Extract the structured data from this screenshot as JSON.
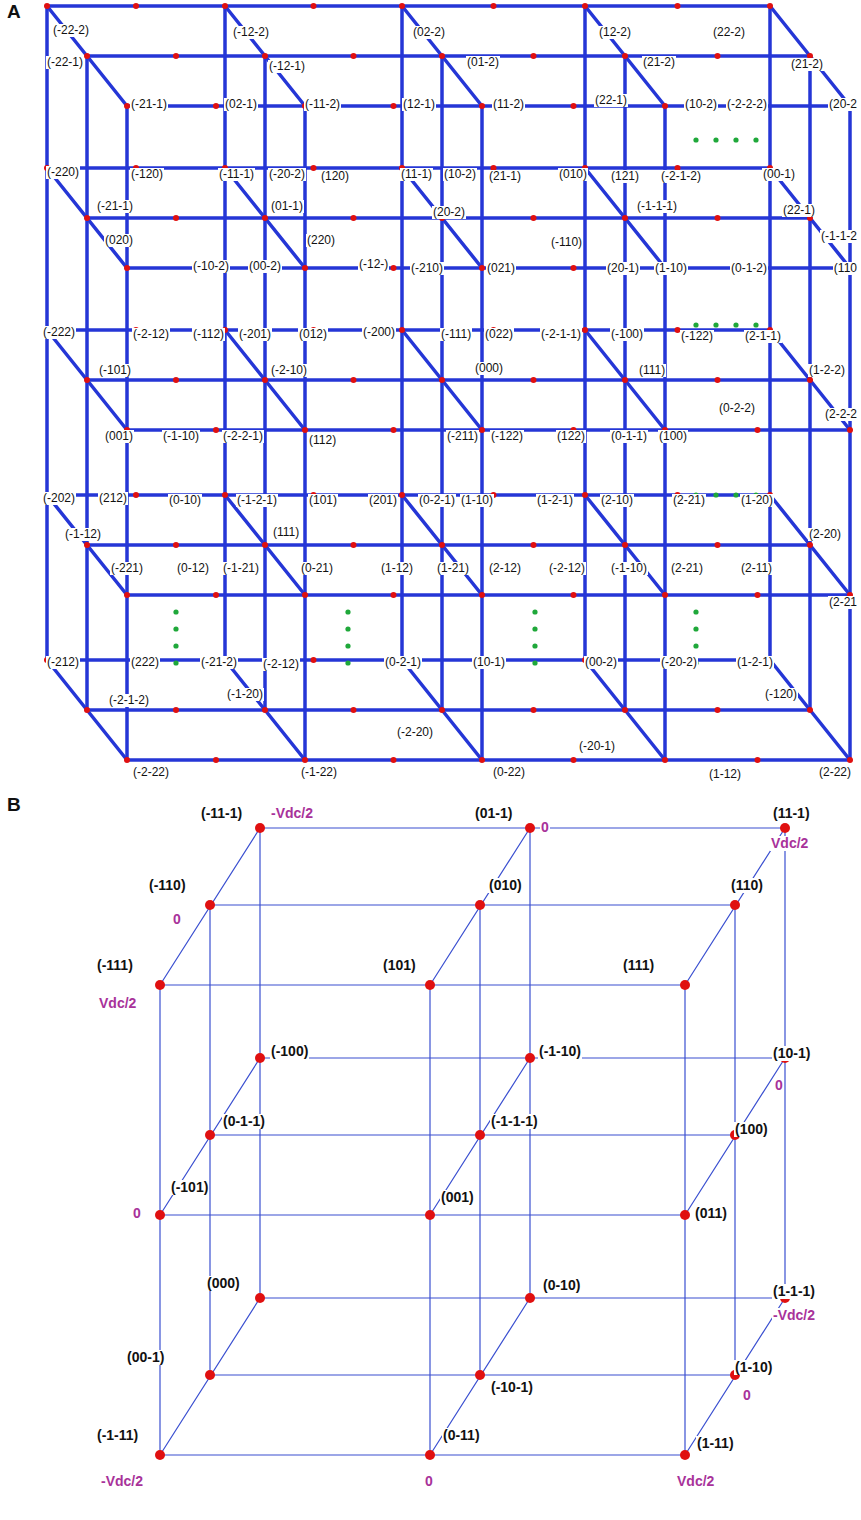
{
  "diagram": {
    "labels": [
      "A",
      "(-22-2)",
      "(-12-2)",
      "(02-2)",
      "(12-2)",
      "(22-2)",
      "(-22-1)",
      "(-12-1)",
      "(01-2)",
      "(21-2)",
      "(21-2)",
      "(-21-1)",
      "(02-1)",
      "(-11-2)",
      "(12-1)",
      "(11-2)",
      "(22-1)",
      "(10-2)",
      "(-2-2-2)",
      "(20-2",
      "(-220)",
      "(-120)",
      "(-11-1)",
      "(-20-2)",
      "(120)",
      "(11-1)",
      "(10-2)",
      "(21-1)",
      "(010)",
      "(121)",
      "(-2-1-2)",
      "(00-1)",
      "(-21-1)",
      "(01-1)",
      "(20-2)",
      "(-1-1-1)",
      "(22-1)",
      "(020)",
      "(220)",
      "(-110)",
      "(-1-1-2",
      "(-10-2)",
      "(00-2)",
      "(-12-)",
      "(-210)",
      "(021)",
      "(20-1)",
      "(1-10)",
      "(0-1-2)",
      "(110",
      "(-222)",
      "(-2-12)",
      "(-112)",
      "(-201)",
      "(012)",
      "(-200)",
      "(-111)",
      "(022)",
      "(-2-1-1)",
      "(-100)",
      "(-122)",
      "(2-1-1)",
      "(-101)",
      "(-2-10)",
      "(000)",
      "(111)",
      "(1-2-2)",
      "(0-2-2)",
      "(2-2-2",
      "(001)",
      "(-1-10)",
      "(-2-2-1)",
      "(112)",
      "(-211)",
      "(-122)",
      "(122)",
      "(0-1-1)",
      "(100)",
      "(-202)",
      "(212)",
      "(0-10)",
      "(-1-2-1)",
      "(101)",
      "(201)",
      "(0-2-1)",
      "(1-10)",
      "(1-2-1)",
      "(2-10)",
      "(2-21)",
      "(1-20)",
      "(-1-12)",
      "(111)",
      "(2-20)",
      "(-221)",
      "(0-12)",
      "(-1-21)",
      "(0-21)",
      "(1-12)",
      "(1-21)",
      "(2-12)",
      "(-2-12)",
      "(-1-10)",
      "(2-21)",
      "(2-11)",
      "(2-21",
      "(-212)",
      "(222)",
      "(-21-2)",
      "(-2-12)",
      "(0-2-1)",
      "(10-1)",
      "(00-2)",
      "(-20-2)",
      "(1-2-1)",
      "(-2-1-2)",
      "(-1-20)",
      "(-120)",
      "(-2-20)",
      "(-20-1)",
      "(-2-22)",
      "(-1-22)",
      "(0-22)",
      "(1-12)",
      "(2-22)",
      "B",
      "(-11-1)",
      "-Vdc/2",
      "(01-1)",
      "0",
      "(11-1)",
      "Vdc/2",
      "(-110)",
      "0",
      "(010)",
      "(110)",
      "(-111)",
      "Vdc/2",
      "(101)",
      "(111)",
      "(10-1)",
      "0",
      "(-100)",
      "(-1-10)",
      "(0-1-1)",
      "(-1-1-1)",
      "(100)",
      "0",
      "(-101)",
      "(001)",
      "(011)",
      "(000)",
      "(0-10)",
      "(00-1)",
      "(-10-1)",
      "(1-1-1)",
      "-Vdc/2",
      "(1-10)",
      "0",
      "(-1-11)",
      "-Vdc/2",
      "(0-11)",
      "0",
      "(1-11)",
      "Vdc/2"
    ]
  }
}
